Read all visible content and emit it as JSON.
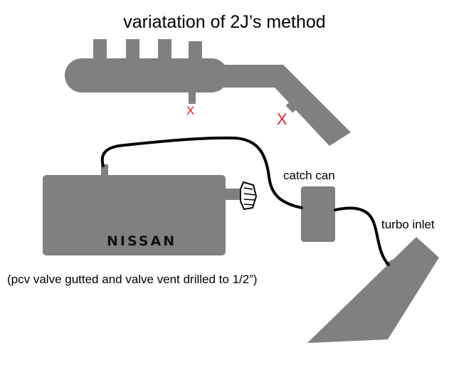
{
  "title": "variatation of 2J’s method",
  "labels": {
    "catch_can": "catch can",
    "turbo_inlet": "turbo inlet",
    "pcv_note": "(pcv valve gutted and valve vent drilled to 1/2”)",
    "engine_brand": "NISSAN"
  },
  "markers": {
    "plug_a": "X",
    "plug_b": "X"
  },
  "colors": {
    "part_gray": "#808080",
    "hose_black": "#000000",
    "marker_red": "#e02020",
    "background": "#ffffff"
  }
}
